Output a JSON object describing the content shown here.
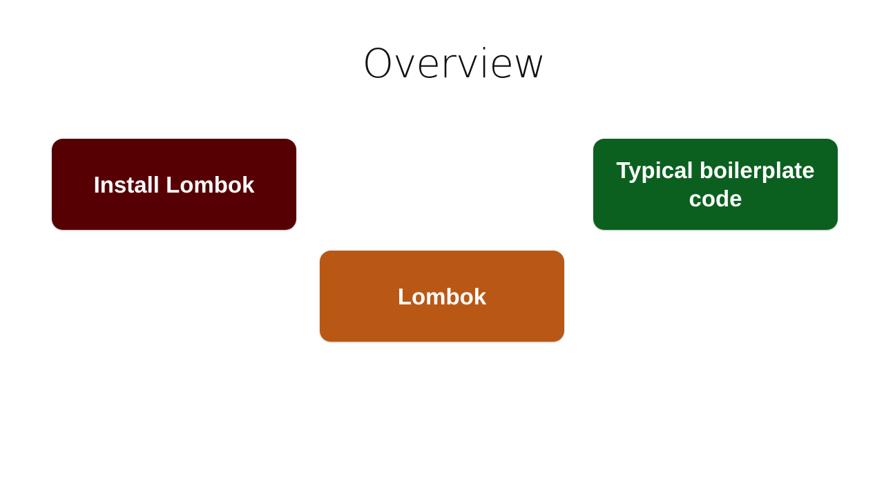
{
  "slide": {
    "title": "Overview"
  },
  "boxes": {
    "install": {
      "label": "Install Lombok",
      "color": "#560004"
    },
    "boilerplate": {
      "label": "Typical boilerplate code",
      "color": "#0b6020"
    },
    "lombok": {
      "label": "Lombok",
      "color": "#b95815"
    }
  }
}
